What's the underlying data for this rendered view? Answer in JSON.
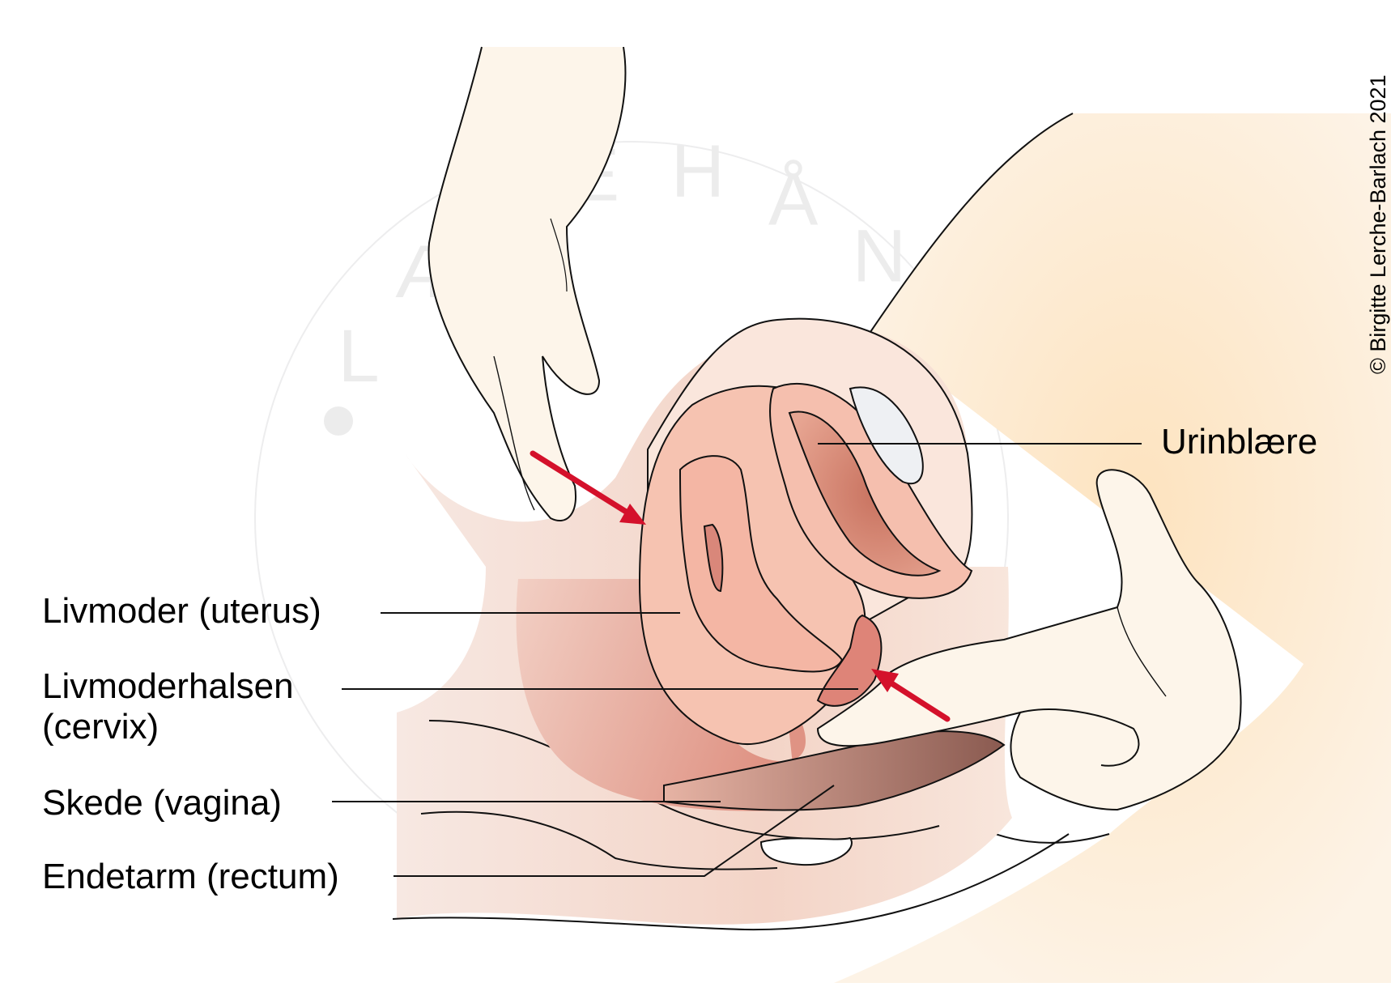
{
  "labels": {
    "bladder": "Urinblære",
    "uterus": "Livmoder (uterus)",
    "cervix_line1": "Livmoderhalsen",
    "cervix_line2": "(cervix)",
    "vagina": "Skede (vagina)",
    "rectum": "Endetarm (rectum)"
  },
  "copyright": "© Birgitte Lerche-Barlach 2021",
  "watermark_letters": "LÆGEHÅNDBOGEN",
  "colors": {
    "arrow": "#d4112b",
    "outline": "#111111",
    "skin": "#fbf1e6",
    "uterus": "#f6c8b6",
    "uterus_dark": "#de8f82",
    "bladder": "#d07e6e",
    "leader": "#111111",
    "watermark": "#e9e9ea"
  }
}
